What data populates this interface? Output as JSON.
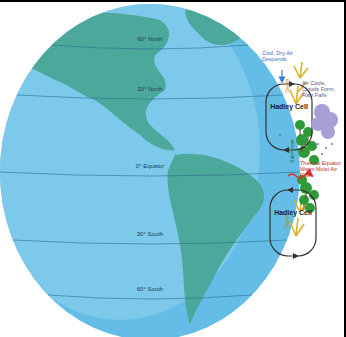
{
  "diagram": {
    "nodes": [
      {
        "text": [
          "Hadley Cell"
        ]
      },
      {
        "text": [
          "Hadley Cell"
        ]
      }
    ],
    "labels": [
      "60° North",
      "30° North",
      "0° Equator",
      "30° South",
      "60° South",
      "Cool, Dry Air Descends",
      "Air Cools, Clouds Form, Rain Falls",
      "Thermal Equator Warm Moist Air Rises",
      "Desert",
      "Rainforest",
      "Desert"
    ]
  }
}
